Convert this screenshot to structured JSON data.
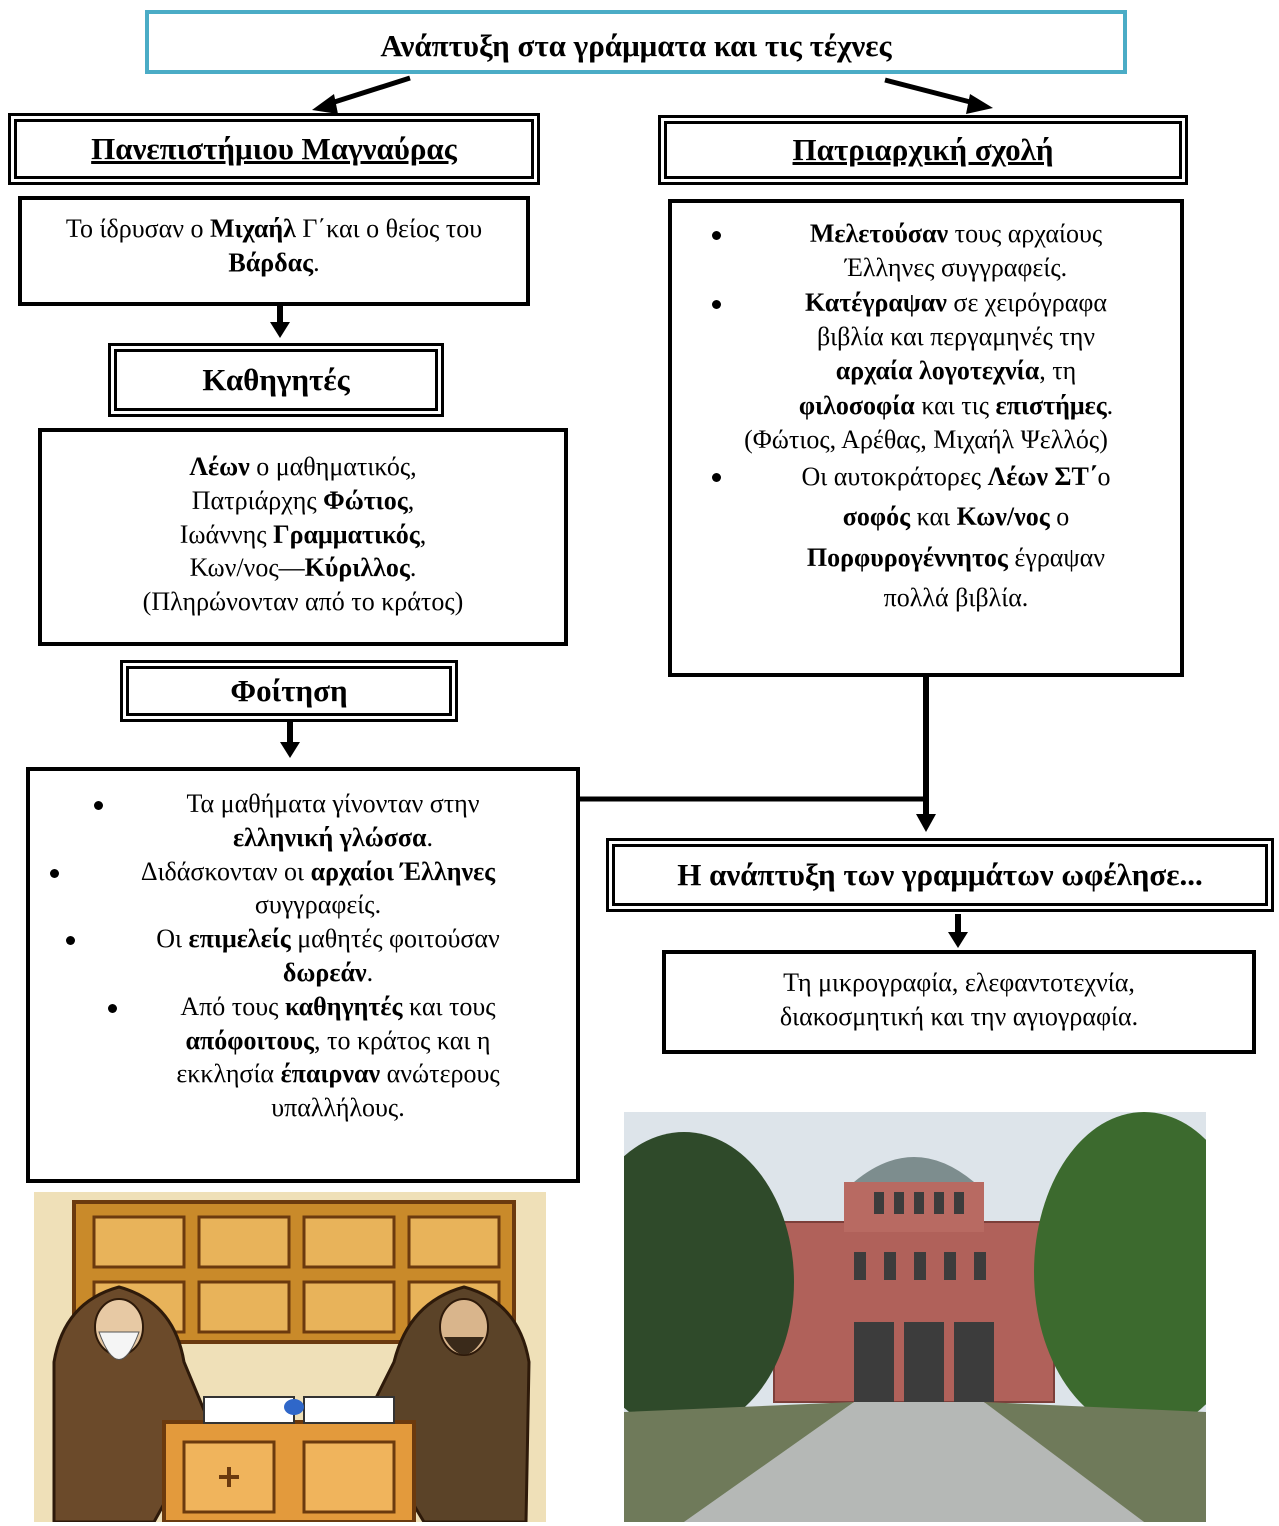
{
  "title": "Ανάπτυξη στα γράμματα και τις τέχνες",
  "left": {
    "university_header": "Πανεπιστήμιου Μαγναύρας",
    "founded": {
      "p1": "Το ίδρυσαν ο ",
      "b1": "Μιχαήλ",
      "p2": " Γ΄και ο θείος του ",
      "b2": "Βάρδας",
      "p3": "."
    },
    "professors_header": "Καθηγητές",
    "professors": {
      "l1b": "Λέων",
      "l1": " ο μαθηματικός,",
      "l2": "Πατριάρχης ",
      "l2b": "Φώτιος",
      "l2e": ",",
      "l3": "Ιωάννης ",
      "l3b": "Γραμματικός",
      "l3e": ",",
      "l4": "Κων/νος—",
      "l4b": "Κύριλλος",
      "l4e": ".",
      "l5": "(Πληρώνονταν από το κράτος)"
    },
    "attendance_header": "Φοίτηση",
    "attendance": {
      "i1a": "Τα μαθήματα γίνονταν στην",
      "i1b": "ελληνική γλώσσα",
      "i1c": ".",
      "i2a": "Διδάσκονταν οι ",
      "i2b": "αρχαίοι Έλληνες",
      "i2c": "συγγραφείς.",
      "i3a": "Οι ",
      "i3b": "επιμελείς",
      "i3c": " μαθητές φοιτούσαν",
      "i3d": "δωρεάν",
      "i3e": ".",
      "i4a": "Από τους ",
      "i4b": "καθηγητές",
      "i4c": " και τους",
      "i4d": "απόφοιτους",
      "i4e": ", το κράτος και η",
      "i4f": "εκκλησία ",
      "i4g": "έπαιρναν",
      "i4h": " ανώτερους",
      "i4i": "υπαλλήλους."
    }
  },
  "right": {
    "school_header": "Πατριαρχική σχολή",
    "school": {
      "i1b": "Μελετούσαν",
      "i1a": " τους αρχαίους",
      "i1c": "Έλληνες συγγραφείς.",
      "i2b": "Κατέγραψαν",
      "i2a": " σε χειρόγραφα",
      "i2c": "βιβλία και περγαμηνές την",
      "i2d": "αρχαία λογοτεχνία",
      "i2e": ", τη",
      "i2f": "φιλοσοφία",
      "i2g": " και τις ",
      "i2h": "επιστήμες",
      "i2i": ".",
      "i2j": "(Φώτιος, Αρέθας, Μιχαήλ Ψελλός)",
      "i3a": "Οι αυτοκράτορες ",
      "i3b": "Λέων ΣΤ΄",
      "i3c": "ο",
      "i3d": "σοφός",
      "i3e": " και ",
      "i3f": "Κων/νος",
      "i3g": " ο",
      "i3h": "Πορφυρογέννητος",
      "i3i": " έγραψαν",
      "i3j": "πολλά βιβλία."
    },
    "benefit_header": "Η ανάπτυξη των γραμμάτων ωφέλησε...",
    "benefit": {
      "l1": "Τη μικρογραφία, ελεφαντοτεχνία,",
      "l2": "διακοσμητική και την αγιογραφία."
    }
  },
  "images": {
    "monks": "byzantine-scholars-illustration",
    "church": "byzantine-church-building-photo"
  },
  "colors": {
    "title_border": "#4bacc6"
  }
}
